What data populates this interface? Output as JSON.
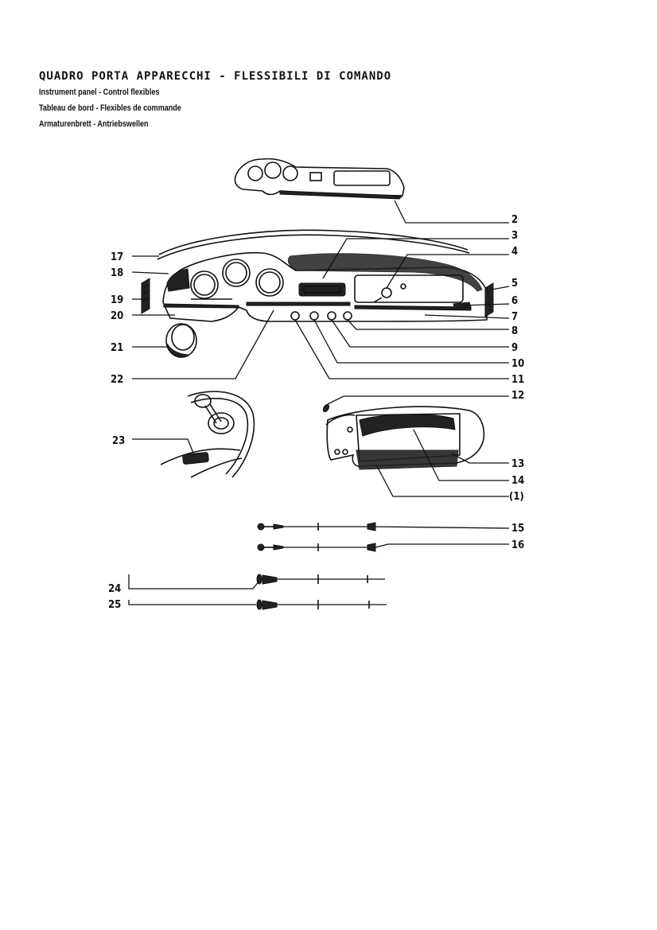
{
  "heading": {
    "it": "QUADRO PORTA APPARECCHI - FLESSIBILI DI COMANDO",
    "en": "Instrument panel - Control flexibles",
    "fr": "Tableau de bord - Flexibles de commande",
    "de": "Armaturenbrett - Antriebswellen"
  },
  "callouts": {
    "c2": "2",
    "c3": "3",
    "c4": "4",
    "c5": "5",
    "c6": "6",
    "c7": "7",
    "c8": "8",
    "c9": "9",
    "c10": "10",
    "c11": "11",
    "c12": "12",
    "c13": "13",
    "c14": "14",
    "c1": "(1)",
    "c15": "15",
    "c16": "16",
    "c17": "17",
    "c18": "18",
    "c19": "19",
    "c20": "20",
    "c21": "21",
    "c22": "22",
    "c23": "23",
    "c24": "24",
    "c25": "25"
  }
}
